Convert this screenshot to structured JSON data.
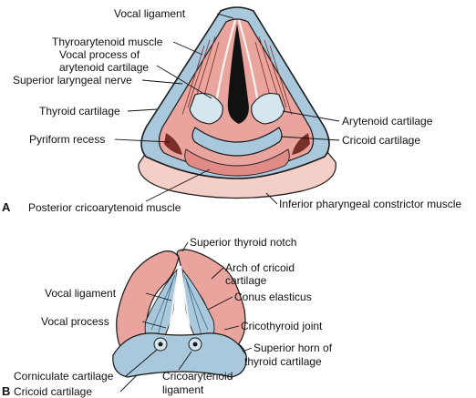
{
  "panels": {
    "a": "A",
    "b": "B"
  },
  "labels_a": {
    "vocal_ligament": "Vocal ligament",
    "thyroarytenoid_muscle": "Thyroarytenoid muscle",
    "vocal_process_line1": "Vocal process of",
    "vocal_process_line2": "arytenoid cartilage",
    "superior_laryngeal_nerve": "Superior laryngeal nerve",
    "thyroid_cartilage": "Thyroid cartilage",
    "pyriform_recess": "Pyriform recess",
    "arytenoid_cartilage": "Arytenoid cartilage",
    "cricoid_cartilage": "Cricoid cartilage",
    "posterior_cricoarytenoid": "Posterior cricoarytenoid muscle",
    "inferior_constrictor": "Inferior pharyngeal constrictor muscle"
  },
  "labels_b": {
    "superior_thyroid_notch": "Superior thyroid notch",
    "arch_cricoid_line1": "Arch of cricoid",
    "arch_cricoid_line2": "cartilage",
    "conus_elasticus": "Conus elasticus",
    "vocal_ligament": "Vocal ligament",
    "vocal_process": "Vocal process",
    "cricothyroid_joint": "Cricothyroid joint",
    "superior_horn_line1": "Superior horn of",
    "superior_horn_line2": "thyroid cartilage",
    "corniculate_cartilage": "Corniculate cartilage",
    "cricoid_cartilage": "Cricoid cartilage",
    "cricoarytenoid_line1": "Cricoarytenoid",
    "cricoarytenoid_line2": "ligament"
  },
  "colors": {
    "cartilage_blue": "#a9c8dc",
    "muscle_pink": "#e9a49e",
    "tissue_light": "#f3cfc7",
    "outline": "#1a1a1a"
  }
}
